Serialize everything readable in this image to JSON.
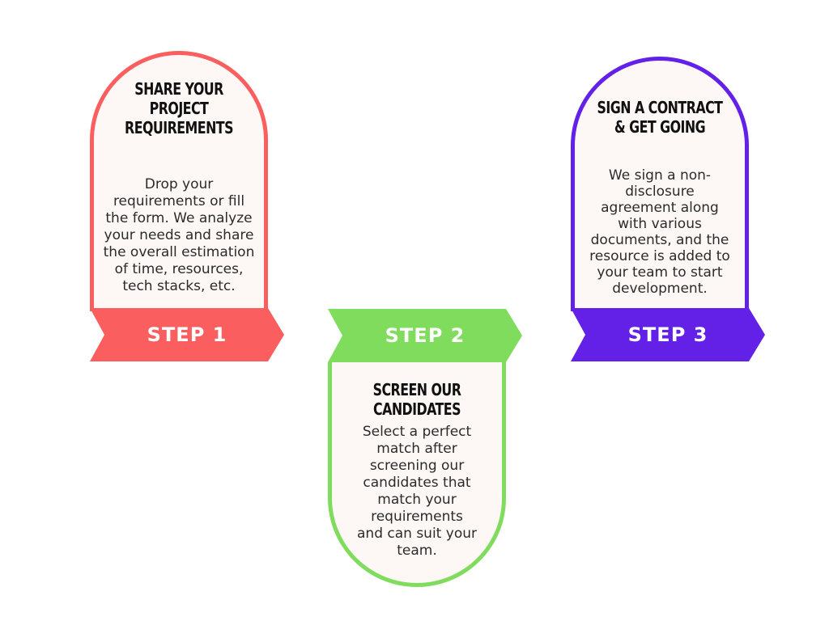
{
  "steps": [
    {
      "label": "STEP 1",
      "title_lines": [
        "SHARE YOUR",
        "PROJECT",
        "REQUIREMENTS"
      ],
      "desc_lines": [
        "Drop your",
        "requirements or fill",
        "the form. We analyze",
        "your needs and share",
        "the overall estimation",
        "of time, resources,",
        "tech stacks, etc."
      ],
      "color": "#fb5e5e"
    },
    {
      "label": "STEP 2",
      "title_lines": [
        "SCREEN OUR",
        "CANDIDATES"
      ],
      "desc_lines": [
        "Select a perfect",
        "match after",
        "screening our",
        "candidates that",
        "match your",
        "requirements",
        "and can suit your",
        "team."
      ],
      "color": "#7fdc5c"
    },
    {
      "label": "STEP 3",
      "title_lines": [
        "SIGN A CONTRACT",
        "& GET GOING"
      ],
      "desc_lines": [
        "We sign a non-",
        "disclosure",
        "agreement along",
        "with various",
        "documents, and the",
        "resource is added to",
        "your team to start",
        "development."
      ],
      "color": "#6321e8"
    }
  ]
}
